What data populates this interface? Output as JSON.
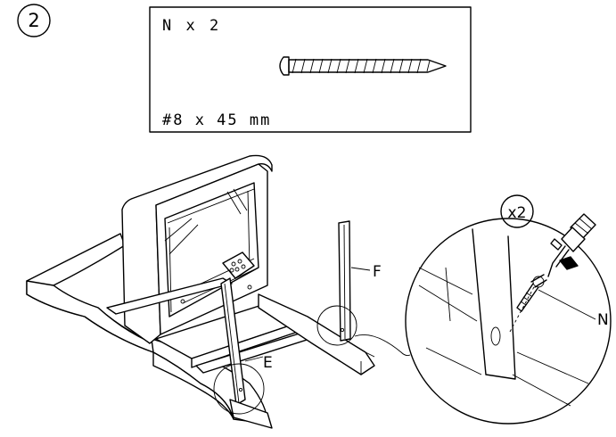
{
  "step": {
    "number": "2"
  },
  "parts_box": {
    "quantity_label": "N x 2",
    "size_label": "#8 x 45 mm",
    "part_icon": "wood-screw-icon"
  },
  "callouts": {
    "multiplier": "x2",
    "label_f": "F",
    "label_e": "E",
    "label_n": "N"
  },
  "colors": {
    "line": "#000000",
    "background": "#ffffff"
  }
}
